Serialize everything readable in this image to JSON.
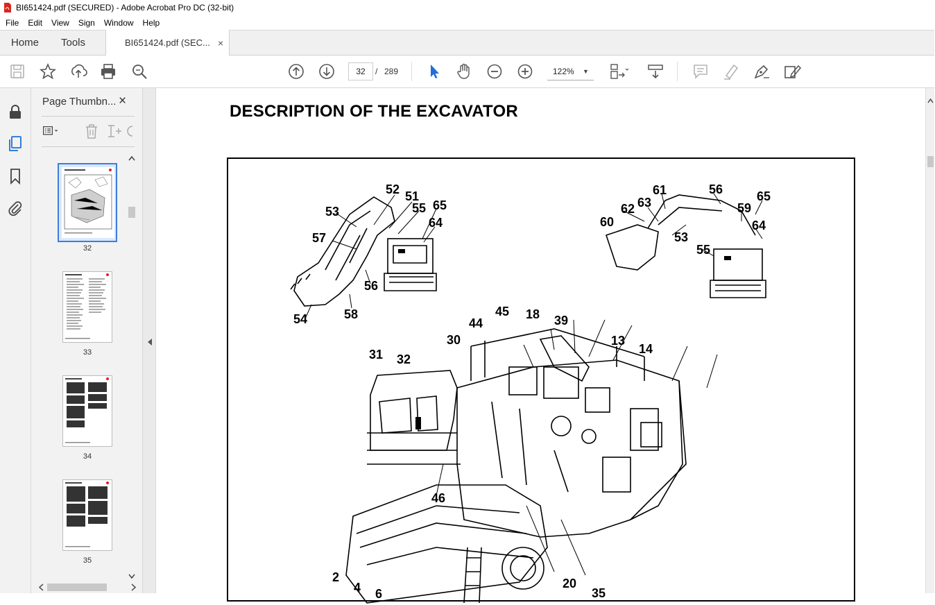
{
  "window": {
    "title": "BI651424.pdf (SECURED) - Adobe Acrobat Pro DC (32-bit)"
  },
  "menu": [
    "File",
    "Edit",
    "View",
    "Sign",
    "Window",
    "Help"
  ],
  "tabs": {
    "home": "Home",
    "tools": "Tools",
    "document": "BI651424.pdf (SEC...",
    "close": "×"
  },
  "toolbar": {
    "current_page": "32",
    "page_separator": "/",
    "total_pages": "289",
    "zoom": "122%",
    "zoom_caret": "▼"
  },
  "thumbnails_panel": {
    "title": "Page Thumbn...",
    "close": "×",
    "pages": [
      {
        "label": "32",
        "selected": true
      },
      {
        "label": "33",
        "selected": false
      },
      {
        "label": "34",
        "selected": false
      },
      {
        "label": "35",
        "selected": false
      }
    ]
  },
  "page": {
    "heading": "DESCRIPTION OF THE EXCAVATOR",
    "callouts": [
      "52",
      "51",
      "53",
      "55",
      "65",
      "64",
      "57",
      "56",
      "58",
      "54",
      "61",
      "56",
      "65",
      "62",
      "63",
      "59",
      "60",
      "64",
      "53",
      "55",
      "45",
      "18",
      "39",
      "44",
      "30",
      "13",
      "14",
      "31",
      "32",
      "46",
      "2",
      "4",
      "20",
      "6",
      "35"
    ]
  },
  "colors": {
    "accent": "#3b7ddd",
    "pdf_red": "#d9261c"
  }
}
